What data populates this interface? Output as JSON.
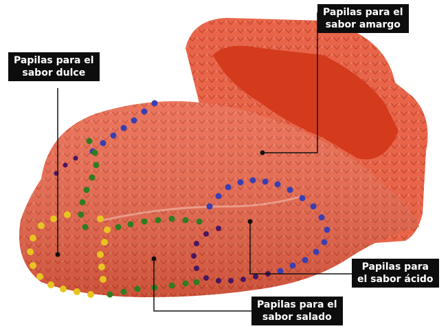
{
  "labels": {
    "bitter": {
      "line1": "Papilas para el",
      "line2": "sabor amargo"
    },
    "sweet": {
      "line1": "Papilas para el",
      "line2": "sabor dulce"
    },
    "sour": {
      "line1": "Papilas para",
      "line2": "el sabor ácido"
    },
    "salty": {
      "line1": "Papilas para el",
      "line2": "sabor salado"
    }
  },
  "colors": {
    "tongue": "#e8654a",
    "tongue_dark": "#c83a24",
    "throat": "#d43a1c",
    "sweet_dots": "#e8c420",
    "salty_dots": "#2e7d1e",
    "bitter_dots": "#3a3fb0",
    "sour_dots": "#4a1660",
    "label_bg": "#0d0d0d",
    "label_text": "#ffffff"
  }
}
